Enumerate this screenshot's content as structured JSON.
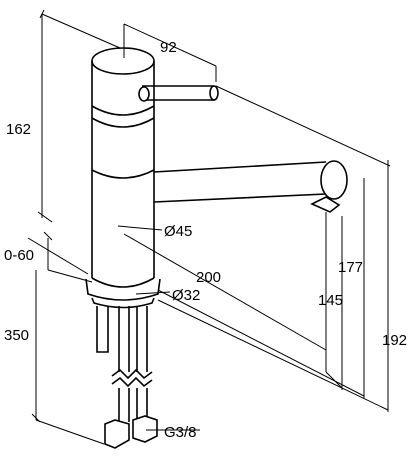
{
  "dimensions": {
    "top_width": "92",
    "body_height": "162",
    "body_diameter": "Ø45",
    "reach": "200",
    "base_diameter": "Ø32",
    "counter_thickness": "0-60",
    "hose_length": "350",
    "outlet_height": "145",
    "spout_height": "177",
    "total_height": "192",
    "connection": "G3/8"
  }
}
